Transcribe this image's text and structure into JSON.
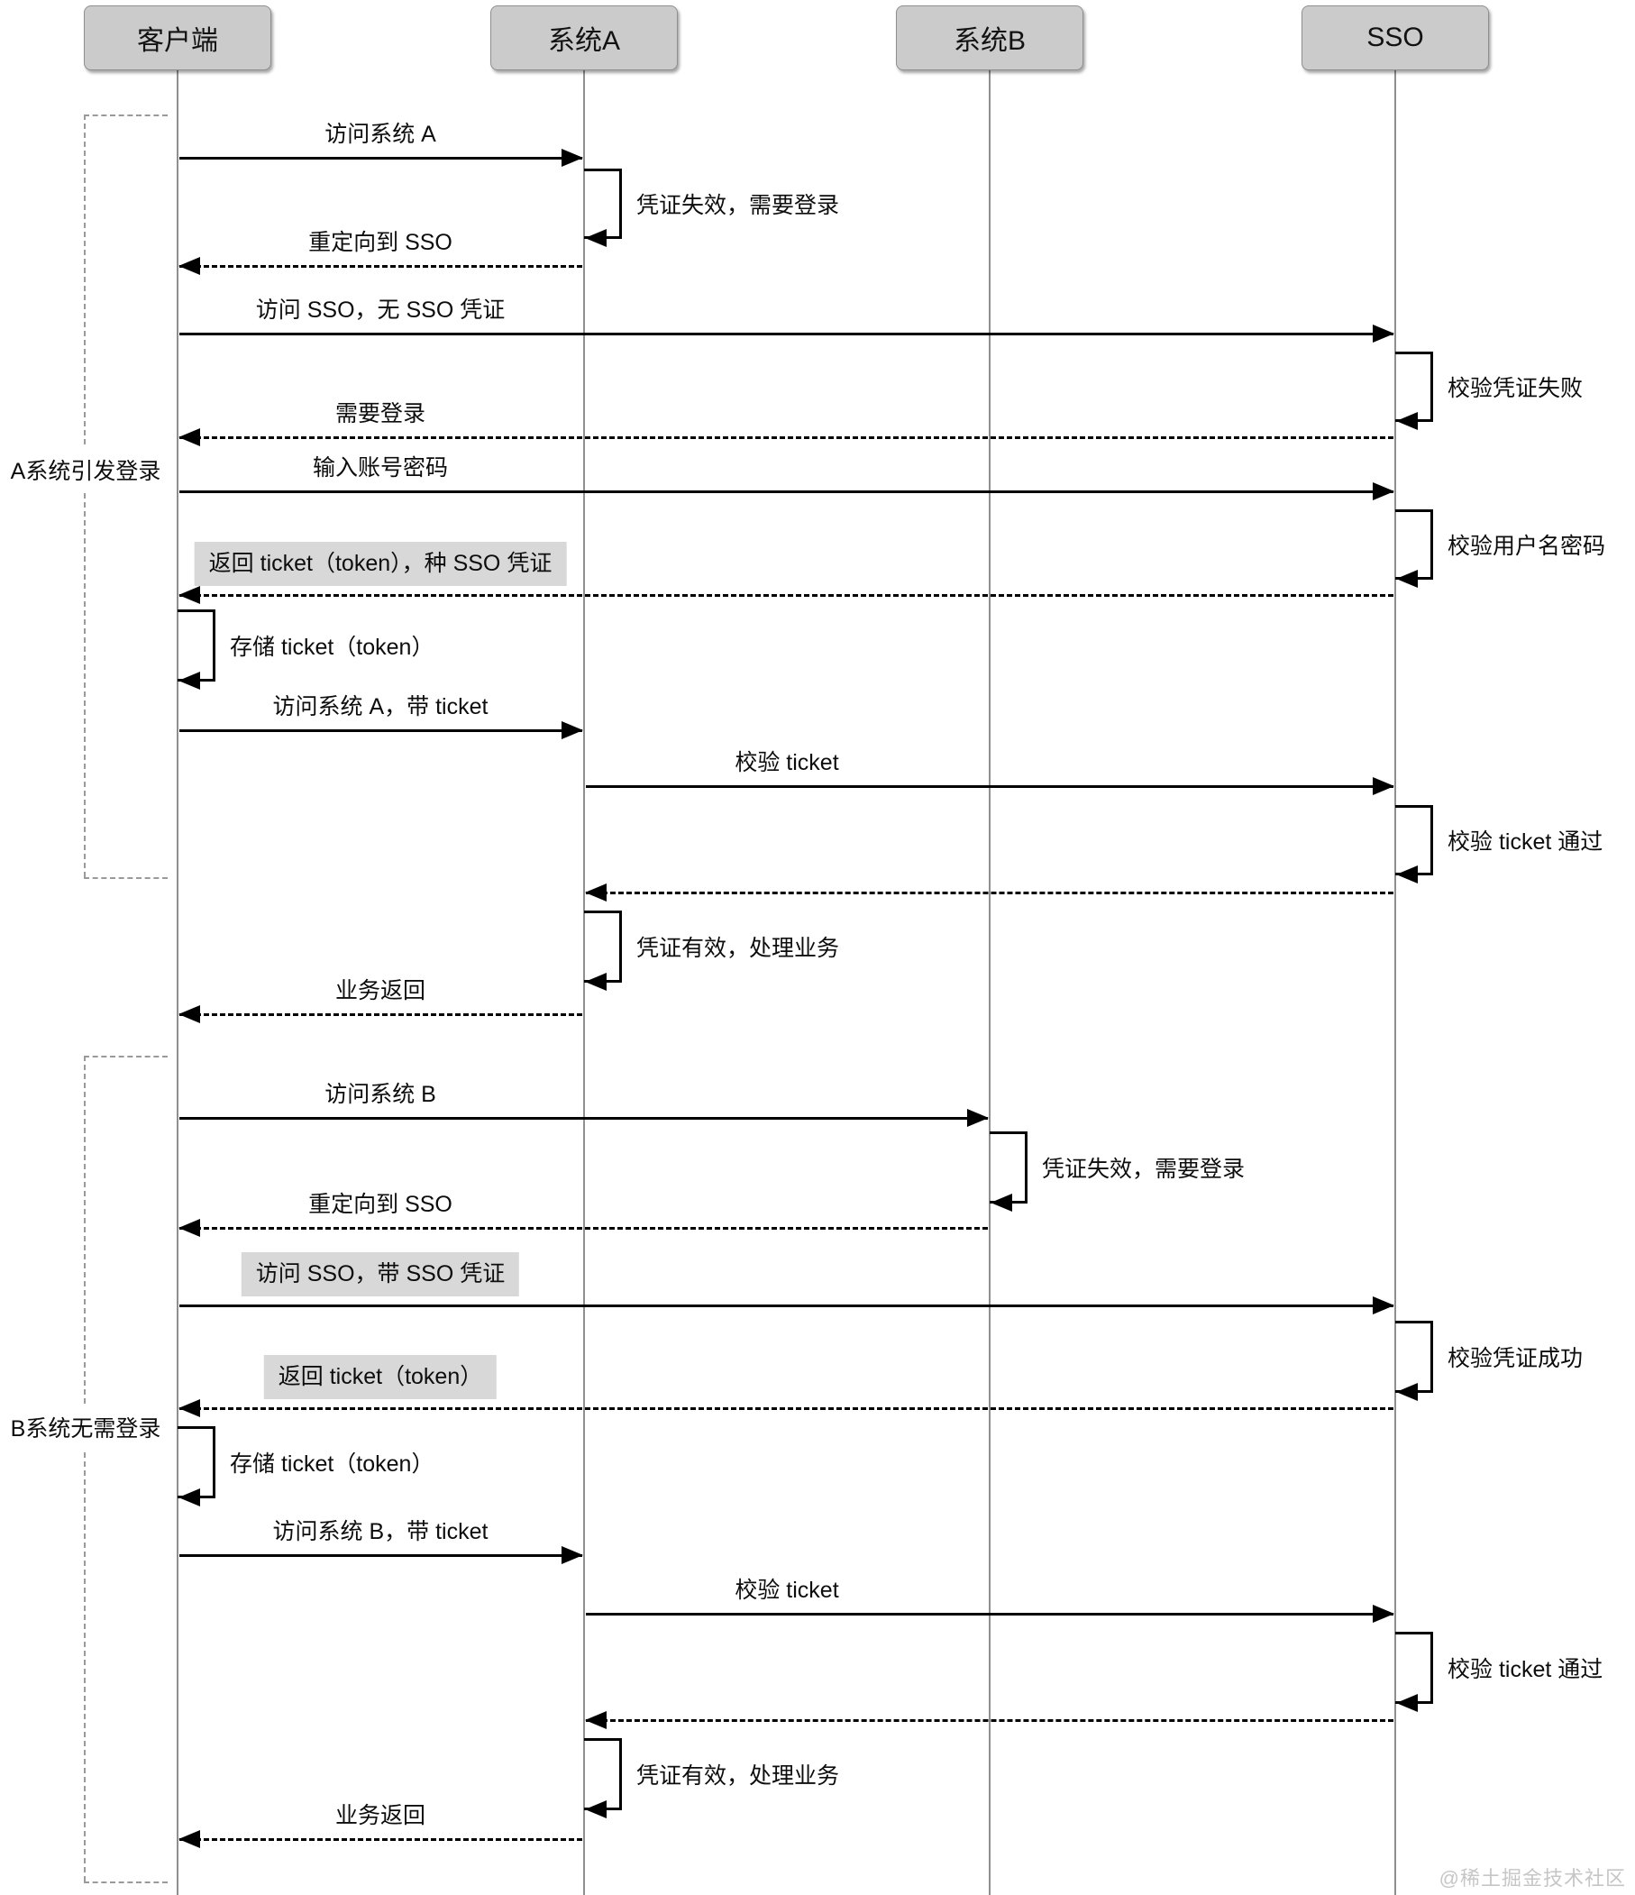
{
  "watermark": "@稀土掘金技术社区",
  "colors": {
    "header_fill": "#cbcbcb",
    "header_border": "#8f8f8f",
    "lifeline": "#8f8f8f",
    "arrow": "#000000",
    "highlight_bg": "#d8d8d8",
    "bracket": "#9a9a9a",
    "watermark": "#c6c6c6",
    "background": "#ffffff"
  },
  "diagram": {
    "actors": [
      {
        "id": "client",
        "label": "客户端"
      },
      {
        "id": "sysA",
        "label": "系统A"
      },
      {
        "id": "sysB",
        "label": "系统B"
      },
      {
        "id": "sso",
        "label": "SSO"
      }
    ],
    "groups": [
      {
        "id": "group-a",
        "label": "A系统引发登录"
      },
      {
        "id": "group-b",
        "label": "B系统无需登录"
      }
    ],
    "messages": [
      {
        "kind": "message",
        "from": "client",
        "to": "sysA",
        "style": "solid",
        "label": "访问系统 A"
      },
      {
        "kind": "self",
        "actor": "sysA",
        "label": "凭证失效，需要登录"
      },
      {
        "kind": "message",
        "from": "sysA",
        "to": "client",
        "style": "dashed",
        "label": "重定向到 SSO"
      },
      {
        "kind": "message",
        "from": "client",
        "to": "sso",
        "style": "solid",
        "label": "访问 SSO，无 SSO 凭证"
      },
      {
        "kind": "self",
        "actor": "sso",
        "label": "校验凭证失败"
      },
      {
        "kind": "message",
        "from": "sso",
        "to": "client",
        "style": "dashed",
        "label": "需要登录"
      },
      {
        "kind": "message",
        "from": "client",
        "to": "sso",
        "style": "solid",
        "label": "输入账号密码"
      },
      {
        "kind": "self",
        "actor": "sso",
        "label": "校验用户名密码"
      },
      {
        "kind": "message",
        "from": "sso",
        "to": "client",
        "style": "dashed",
        "label": "返回 ticket（token），种 SSO 凭证",
        "highlight": true
      },
      {
        "kind": "self",
        "actor": "client",
        "label": "存储 ticket（token）"
      },
      {
        "kind": "message",
        "from": "client",
        "to": "sysA",
        "style": "solid",
        "label": "访问系统 A，带 ticket"
      },
      {
        "kind": "message",
        "from": "sysA",
        "to": "sso",
        "style": "solid",
        "label": "校验 ticket"
      },
      {
        "kind": "self",
        "actor": "sso",
        "label": "校验 ticket 通过"
      },
      {
        "kind": "message",
        "from": "sso",
        "to": "sysA",
        "style": "dashed",
        "label": ""
      },
      {
        "kind": "self",
        "actor": "sysA",
        "label": "凭证有效，处理业务"
      },
      {
        "kind": "message",
        "from": "sysA",
        "to": "client",
        "style": "dashed",
        "label": "业务返回"
      },
      {
        "kind": "message",
        "from": "client",
        "to": "sysB",
        "style": "solid",
        "label": "访问系统 B"
      },
      {
        "kind": "self",
        "actor": "sysB",
        "label": "凭证失效，需要登录"
      },
      {
        "kind": "message",
        "from": "sysB",
        "to": "client",
        "style": "dashed",
        "label": "重定向到 SSO"
      },
      {
        "kind": "message",
        "from": "client",
        "to": "sso",
        "style": "solid",
        "label": "访问 SSO，带 SSO 凭证",
        "highlight": true
      },
      {
        "kind": "self",
        "actor": "sso",
        "label": "校验凭证成功"
      },
      {
        "kind": "message",
        "from": "sso",
        "to": "client",
        "style": "dashed",
        "label": "返回 ticket（token）",
        "highlight": true
      },
      {
        "kind": "self",
        "actor": "client",
        "label": "存储 ticket（token）"
      },
      {
        "kind": "message",
        "from": "client",
        "to": "sysA",
        "style": "solid",
        "label": "访问系统 B，带 ticket"
      },
      {
        "kind": "message",
        "from": "sysA",
        "to": "sso",
        "style": "solid",
        "label": "校验 ticket"
      },
      {
        "kind": "self",
        "actor": "sso",
        "label": "校验 ticket 通过"
      },
      {
        "kind": "message",
        "from": "sso",
        "to": "sysA",
        "style": "dashed",
        "label": ""
      },
      {
        "kind": "self",
        "actor": "sysA",
        "label": "凭证有效，处理业务"
      },
      {
        "kind": "message",
        "from": "sysA",
        "to": "client",
        "style": "dashed",
        "label": "业务返回"
      }
    ]
  }
}
